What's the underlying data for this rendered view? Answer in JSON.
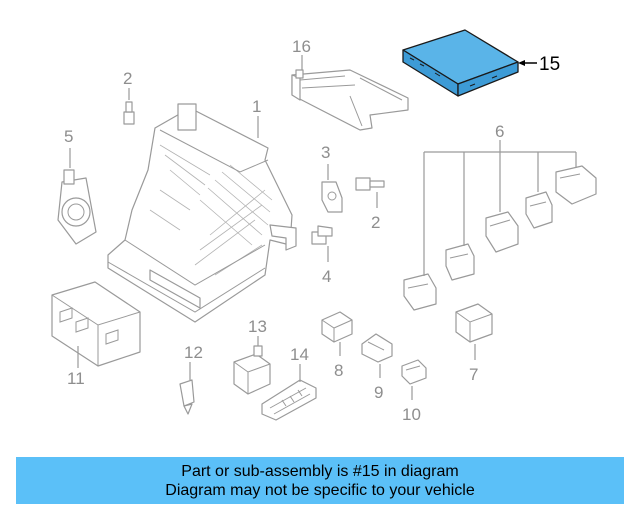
{
  "diagram": {
    "highlighted_part": "15",
    "part_numbers": {
      "p1": "1",
      "p2a": "2",
      "p2b": "2",
      "p3": "3",
      "p4": "4",
      "p5": "5",
      "p6": "6",
      "p7": "7",
      "p8": "8",
      "p9": "9",
      "p10": "10",
      "p11": "11",
      "p12": "12",
      "p13": "13",
      "p14": "14",
      "p15": "15",
      "p16": "16"
    },
    "colors": {
      "highlight": "#5ab4e8",
      "line": "#9a9a9a",
      "banner": "#5bc0f8"
    }
  },
  "banner": {
    "line1": "Part or sub-assembly is #15 in diagram",
    "line2": "Diagram may not be specific to your vehicle"
  }
}
